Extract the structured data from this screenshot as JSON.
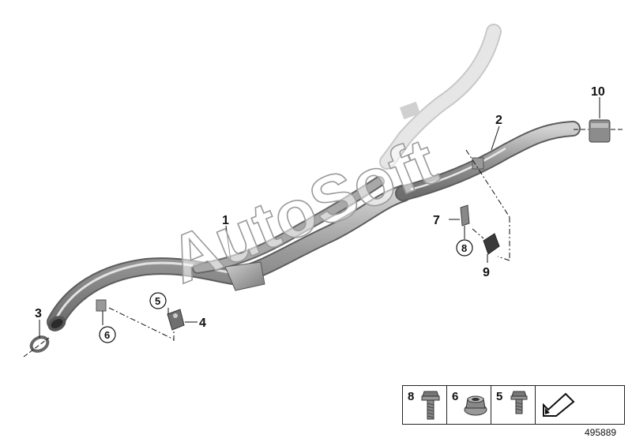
{
  "watermark": "AutoSoft",
  "callouts": {
    "c1": "1",
    "c2": "2",
    "c3": "3",
    "c4": "4",
    "c5": "5",
    "c6": "6",
    "c7": "7",
    "c8": "8",
    "c9": "9",
    "c10": "10"
  },
  "legend": [
    {
      "number": "8",
      "icon": "flange-bolt-icon"
    },
    {
      "number": "6",
      "icon": "flange-nut-icon"
    },
    {
      "number": "5",
      "icon": "hex-bolt-icon"
    },
    {
      "number": "",
      "icon": "arrow-icon"
    }
  ],
  "diagram_id": "495889",
  "colors": {
    "pipe": "#8a8a8a",
    "pipe_highlight": "#c9c9c9",
    "ghost_pipe": "#dcdcdc",
    "line": "#111111"
  }
}
